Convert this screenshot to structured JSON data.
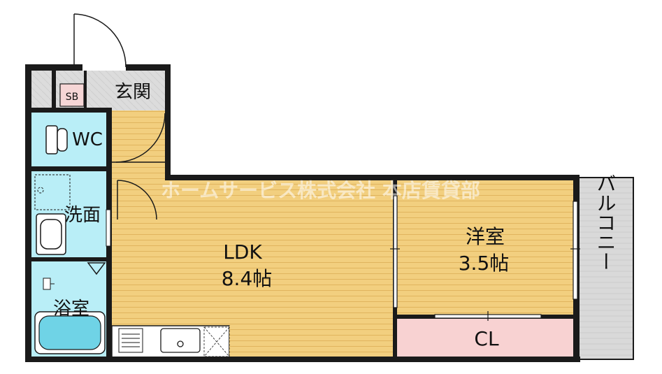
{
  "rooms": {
    "genkan": "玄関",
    "sb": "SB",
    "wc": "WC",
    "senmen": "洗面",
    "yokushitsu": "浴室",
    "ldk_name": "LDK",
    "ldk_size": "8.4帖",
    "youshitsu_name": "洋室",
    "youshitsu_size": "3.5帖",
    "cl": "CL",
    "balcony": "バルコニー"
  },
  "watermark": "ホームサービス株式会社 本店賃貸部",
  "colors": {
    "wall": "#1a1a1a",
    "floor_wood": "#f2cf7f",
    "floor_line": "#e0b45e",
    "wet_area": "#b9eef7",
    "entrance": "#dcdcdc",
    "closet": "#f8d2d2",
    "balcony": "#d9d9d9",
    "bathtub": "#6fd3e6",
    "sb_box": "#f6d6d6"
  }
}
